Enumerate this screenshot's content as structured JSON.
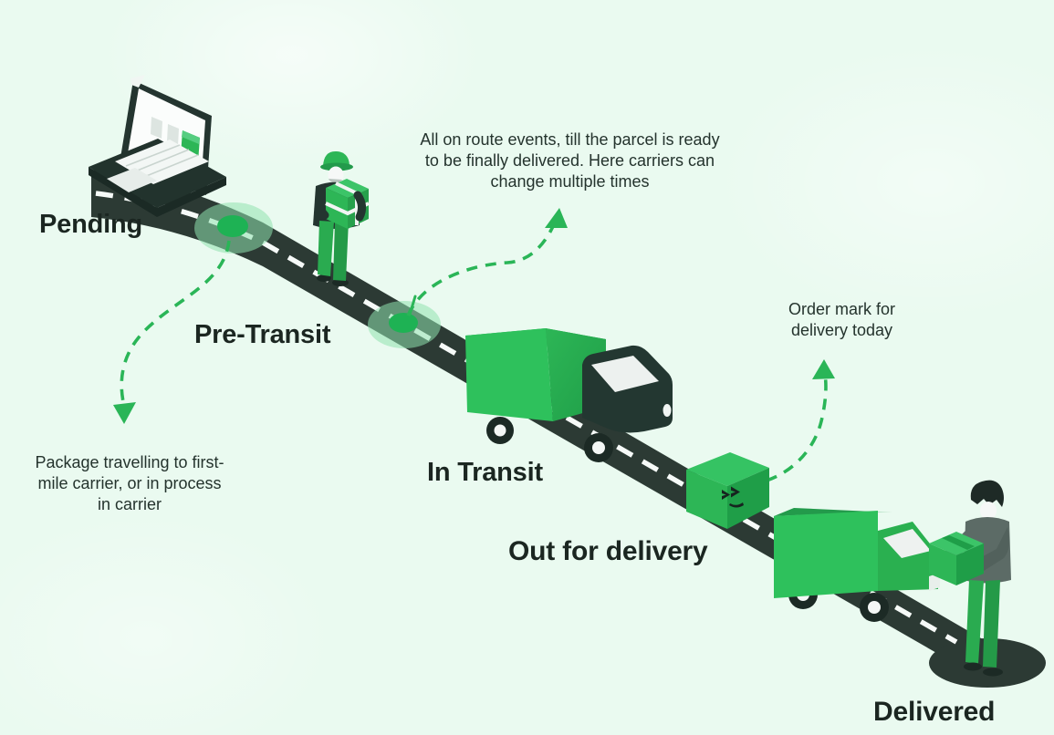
{
  "stages": {
    "pending": "Pending",
    "pre_transit": "Pre-Transit",
    "in_transit": "In Transit",
    "out_for_delivery": "Out for delivery",
    "delivered": "Delivered"
  },
  "annotations": {
    "pending_note": "Package travelling to first-mile carrier, or in process in carrier",
    "in_transit_note": "All on route events, till the parcel is ready to be finally delivered. Here carriers can change multiple times",
    "out_for_delivery_note": "Order mark for delivery today"
  },
  "colors": {
    "background": "#eafaf0",
    "road": "#2c3a34",
    "road_dash": "#f6faf8",
    "green": "#2db656",
    "green_bright": "#2ec15c",
    "green_dark": "#1f9e48",
    "green_glow": "#90e2ae",
    "arrow_green": "#2ab557",
    "heading_text": "#1b2621",
    "annotation_text": "#24332d"
  }
}
